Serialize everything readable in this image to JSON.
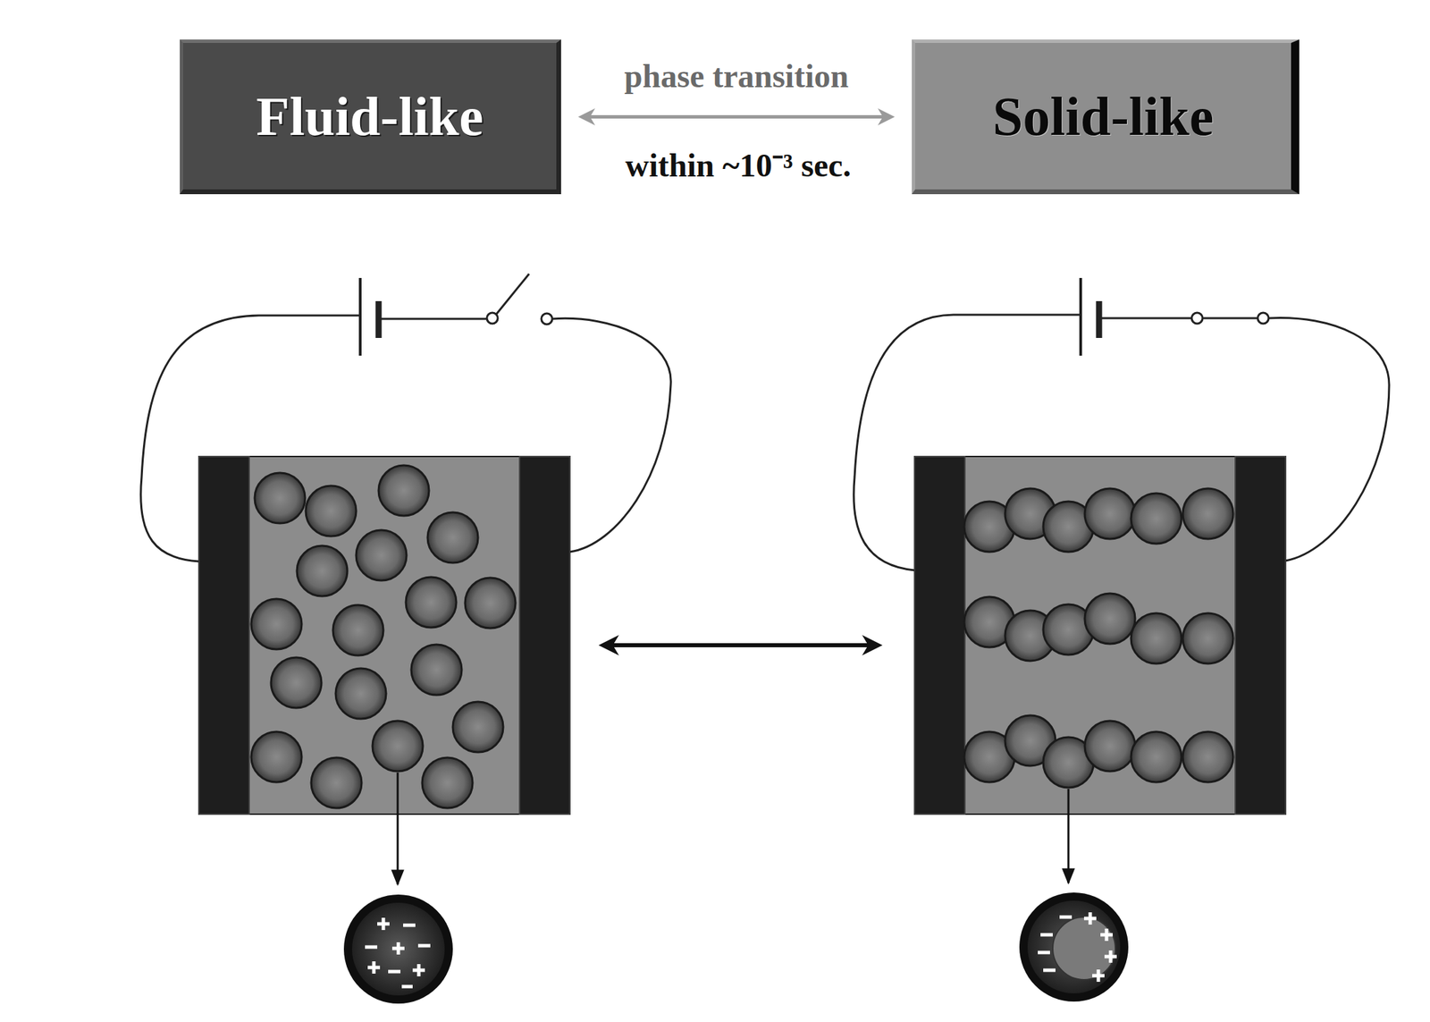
{
  "diagram": {
    "nodes": [
      {
        "text": [
          "Fluid-like"
        ]
      },
      {
        "text": [
          "Solid-like"
        ]
      }
    ],
    "edges": [
      {
        "from": 0,
        "to": 1,
        "arrow": "both",
        "label": "phase transition"
      }
    ],
    "labels": [
      "within ~10⁻³ sec."
    ]
  }
}
